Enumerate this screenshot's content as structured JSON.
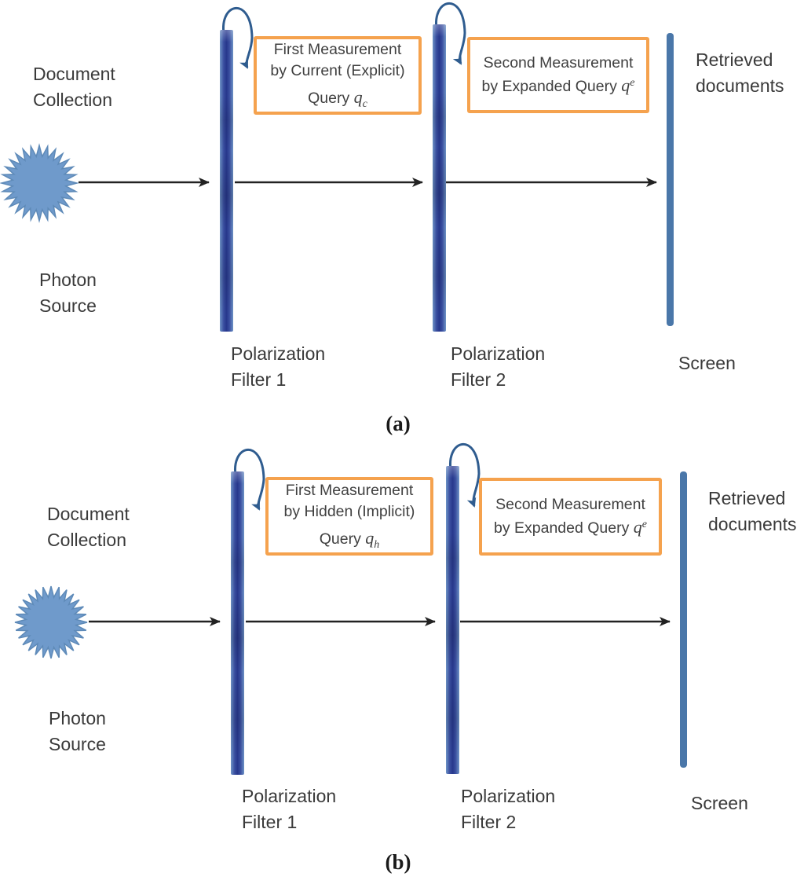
{
  "figure": {
    "colors": {
      "accent_orange": "#f5a24e",
      "filter_blue_dark": "#27378c",
      "filter_blue_light": "#6e93c6",
      "screen_blue": "#4a77a9",
      "star_blue": "#6f9acb",
      "curve_arrow_blue": "#2f5c8f",
      "beam_arrow_black": "#222222",
      "text_gray": "#3a3a3a"
    },
    "panels": [
      {
        "caption": "(a)",
        "document_collection_label": "Document Collection",
        "photon_source_label": "Photon Source",
        "filter1_label": "Polarization Filter 1",
        "filter2_label": "Polarization Filter 2",
        "screen_label": "Screen",
        "retrieved_label": "Retrieved documents",
        "box1": {
          "line1": "First Measurement",
          "line2": "by Current (Explicit)",
          "line3_prefix": "Query ",
          "math_base": "q",
          "math_script": "c"
        },
        "box2": {
          "line1": "Second Measurement",
          "line2_prefix": "by Expanded Query ",
          "math_base": "q",
          "math_script": "e"
        }
      },
      {
        "caption": "(b)",
        "document_collection_label": "Document Collection",
        "photon_source_label": "Photon Source",
        "filter1_label": "Polarization Filter 1",
        "filter2_label": "Polarization Filter 2",
        "screen_label": "Screen",
        "retrieved_label": "Retrieved documents",
        "box1": {
          "line1": "First Measurement",
          "line2": "by Hidden (Implicit)",
          "line3_prefix": "Query ",
          "math_base": "q",
          "math_script": "h"
        },
        "box2": {
          "line1": "Second Measurement",
          "line2_prefix": "by Expanded Query ",
          "math_base": "q",
          "math_script": "e"
        }
      }
    ]
  }
}
